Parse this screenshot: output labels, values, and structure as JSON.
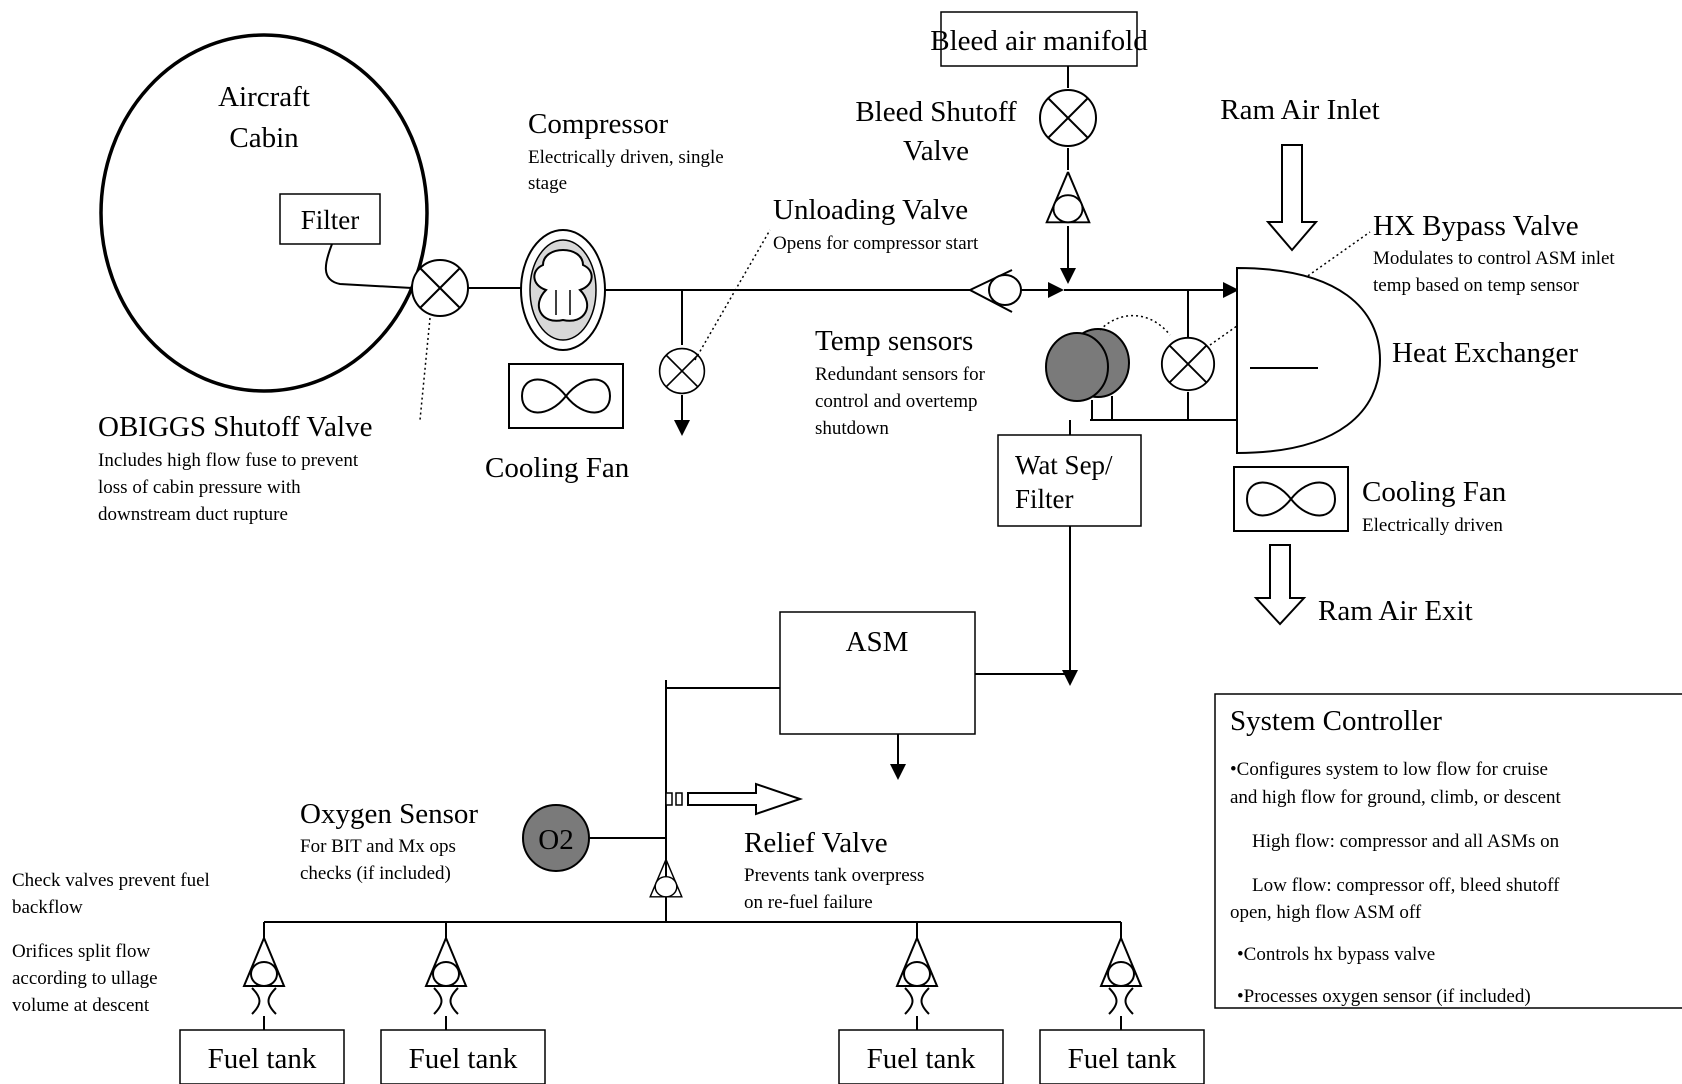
{
  "cabin": {
    "title1": "Aircraft",
    "title2": "Cabin",
    "filter": "Filter"
  },
  "obiggs": {
    "title": "OBIGGS Shutoff Valve",
    "desc1": "Includes high flow fuse to prevent",
    "desc2": "loss of cabin pressure with",
    "desc3": "downstream duct rupture"
  },
  "compressor": {
    "title": "Compressor",
    "desc1": "Electrically driven, single",
    "desc2": "stage"
  },
  "cooling_fan_left": {
    "title": "Cooling Fan"
  },
  "unloading": {
    "title": "Unloading Valve",
    "desc": "Opens for compressor start"
  },
  "bleed_manifold": {
    "label": "Bleed air manifold"
  },
  "bleed_valve": {
    "title1": "Bleed Shutoff",
    "title2": "Valve"
  },
  "ram_inlet": {
    "label": "Ram Air Inlet"
  },
  "hx_bypass": {
    "title": "HX Bypass Valve",
    "desc1": "Modulates to control ASM inlet",
    "desc2": "temp based on temp sensor"
  },
  "heat_exchanger": {
    "label": "Heat Exchanger"
  },
  "temp_sensors": {
    "title": "Temp sensors",
    "desc1": "Redundant sensors for",
    "desc2": "control and overtemp",
    "desc3": "shutdown"
  },
  "wat_sep": {
    "line1": "Wat Sep/",
    "line2": "Filter"
  },
  "cooling_fan_right": {
    "title": "Cooling Fan",
    "desc": "Electrically driven"
  },
  "ram_exit": {
    "label": "Ram Air Exit"
  },
  "asm": {
    "label": "ASM"
  },
  "oxygen_sensor": {
    "title": "Oxygen Sensor",
    "desc1": "For BIT and Mx ops",
    "desc2": "checks (if included)",
    "symbol": "O2"
  },
  "relief_valve": {
    "title": "Relief Valve",
    "desc1": "Prevents tank overpress",
    "desc2": "on re-fuel failure"
  },
  "notes": {
    "check1": "Check valves prevent fuel",
    "check2": "backflow",
    "orifice1": "Orifices split flow",
    "orifice2": "according to ullage",
    "orifice3": "volume at descent"
  },
  "fuel_tanks": [
    "Fuel tank",
    "Fuel tank",
    "Fuel tank",
    "Fuel tank"
  ],
  "system_controller": {
    "title": "System Controller",
    "l1": "•Configures system to low flow for cruise",
    "l2": "and high flow for ground, climb, or descent",
    "l3": "High flow: compressor and all ASMs on",
    "l4": "Low flow: compressor off, bleed shutoff",
    "l5": "open, high flow ASM off",
    "l6": "•Controls hx bypass valve",
    "l7": "•Processes oxygen sensor (if included)"
  },
  "colors": {
    "sensor_fill": "#7a7a7a",
    "line": "#000000"
  }
}
